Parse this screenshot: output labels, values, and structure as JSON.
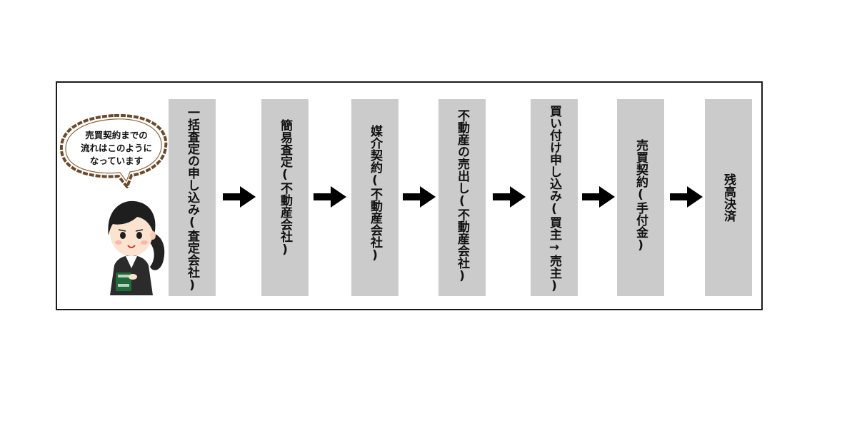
{
  "speech_bubble": {
    "lines": [
      "売買契約までの",
      "流れはこのように",
      "なっています"
    ]
  },
  "steps": [
    {
      "label": "一括査定の申し込み(査定会社)"
    },
    {
      "label": "簡易査定(不動産会社)"
    },
    {
      "label": "媒介契約(不動産会社)"
    },
    {
      "label": "不動産の売出し(不動産会社)"
    },
    {
      "label": "買い付け申し込み(買主→売主)"
    },
    {
      "label": "売買契約(手付金)"
    },
    {
      "label": "残高決済"
    }
  ],
  "colors": {
    "box_fill": "#cbcbcb",
    "arrow": "#000000",
    "frame_border": "#1a1a1a",
    "bubble_border": "#6b4a2b"
  },
  "icons": {
    "arrow": "right-arrow-icon",
    "character": "businesswoman-illustration"
  }
}
